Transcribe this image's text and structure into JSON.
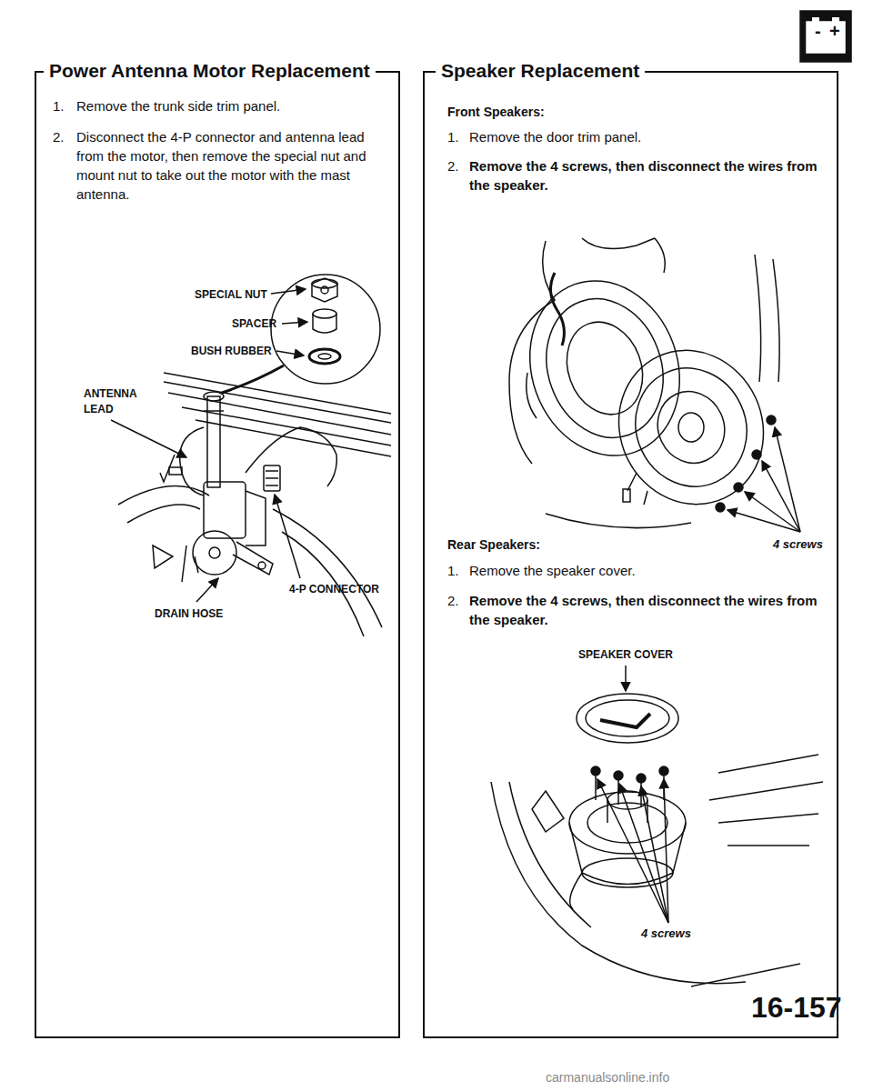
{
  "diagram": {
    "nodes": [
      {
        "text": [
          "Power Antenna Motor Replacement"
        ]
      },
      {
        "text": [
          "Speaker Replacement"
        ]
      }
    ],
    "labels": [
      "1.",
      "Remove the trunk side trim panel.",
      "2.",
      "Disconnect the 4-P connector and antenna lead from the motor, then remove the special nut and mount nut to take out the motor with the mast antenna.",
      "SPECIAL NUT",
      "SPACER",
      "BUSH RUBBER",
      "ANTENNA LEAD",
      "4-P CONNECTOR",
      "DRAIN HOSE",
      "Front Speakers:",
      "1.",
      "Remove the door trim panel.",
      "2.",
      "Remove the 4 screws, then disconnect the wires from the speaker.",
      "Rear Speakers:",
      "4 screws",
      "1.",
      "Remove the speaker cover.",
      "2.",
      "Remove the 4 screws, then disconnect the wires from the speaker.",
      "SPEAKER COVER",
      "4 screws",
      "16-157",
      "-",
      "+",
      "carmanualsonline.info"
    ]
  }
}
